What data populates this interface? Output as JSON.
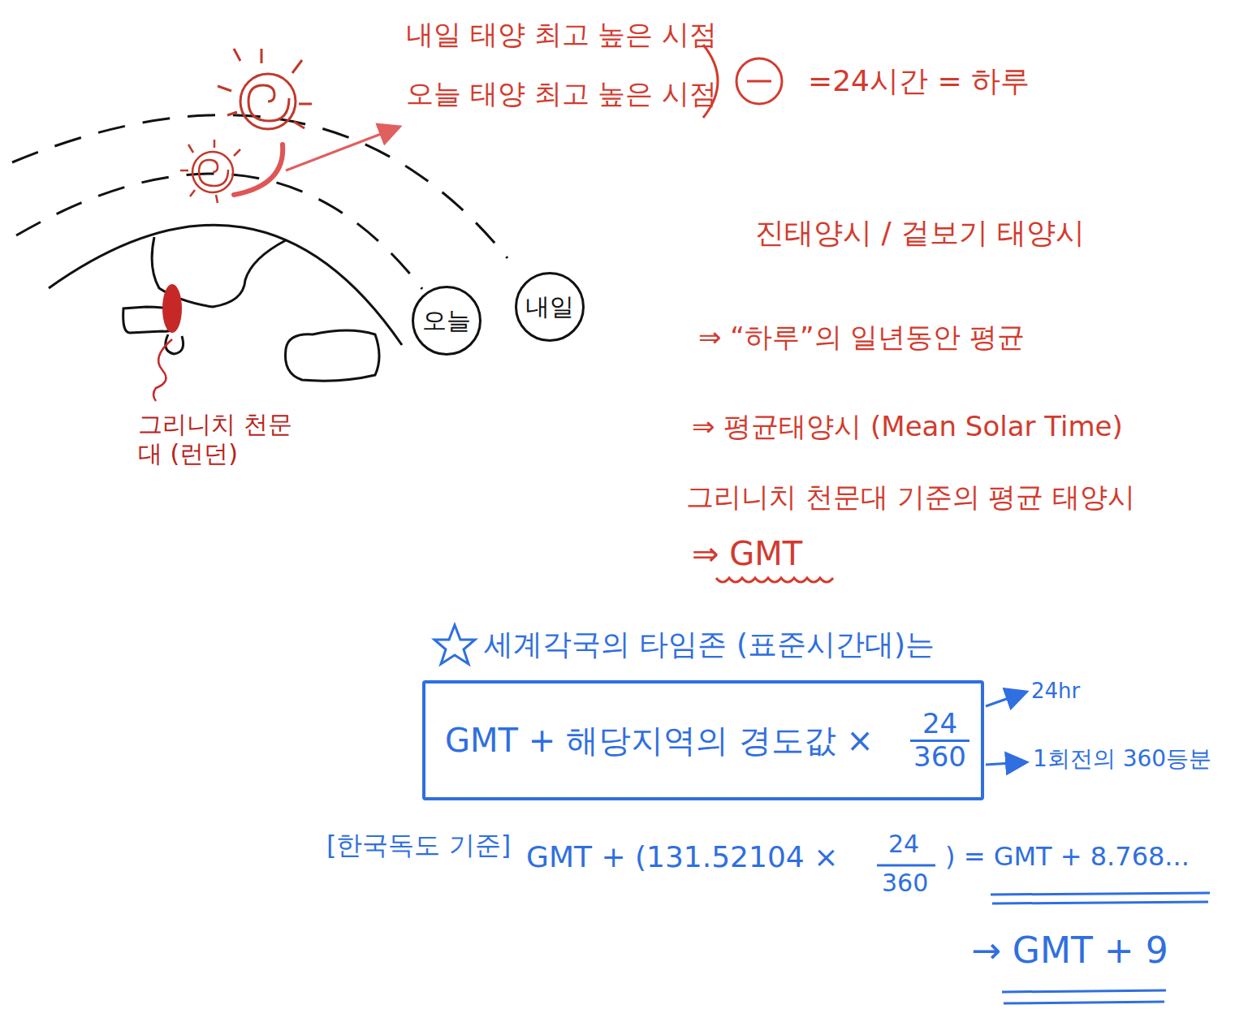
{
  "diagram": {
    "nodes": [
      {
        "text": [
          "오늘"
        ]
      },
      {
        "text": [
          "내일"
        ]
      },
      {
        "text": [
          "GMT + 해당지역의 경도값 ×",
          "24",
          "360"
        ]
      }
    ],
    "labels": [
      "내일 태양 최고 높은 시점",
      "오늘 태양 최고 높은 시점",
      "=24시간 = 하루",
      "진태양시 / 겉보기 태양시",
      "⇒ “하루”의 일년동안 평균",
      "그리니치 천문대 (런던)",
      "⇒ 평균태양시 (Mean Solar Time)",
      "그리니치 천문대 기준의 평균 태양시",
      "⇒ GMT",
      "세계각국의 타임존 (표준시간대)는",
      "24hr",
      "1회전의 360등분",
      "[한국독도 기준]",
      "GMT + (131.52104 ×",
      "24",
      "360",
      ") = GMT + 8.768...",
      "→ GMT + 9"
    ]
  }
}
